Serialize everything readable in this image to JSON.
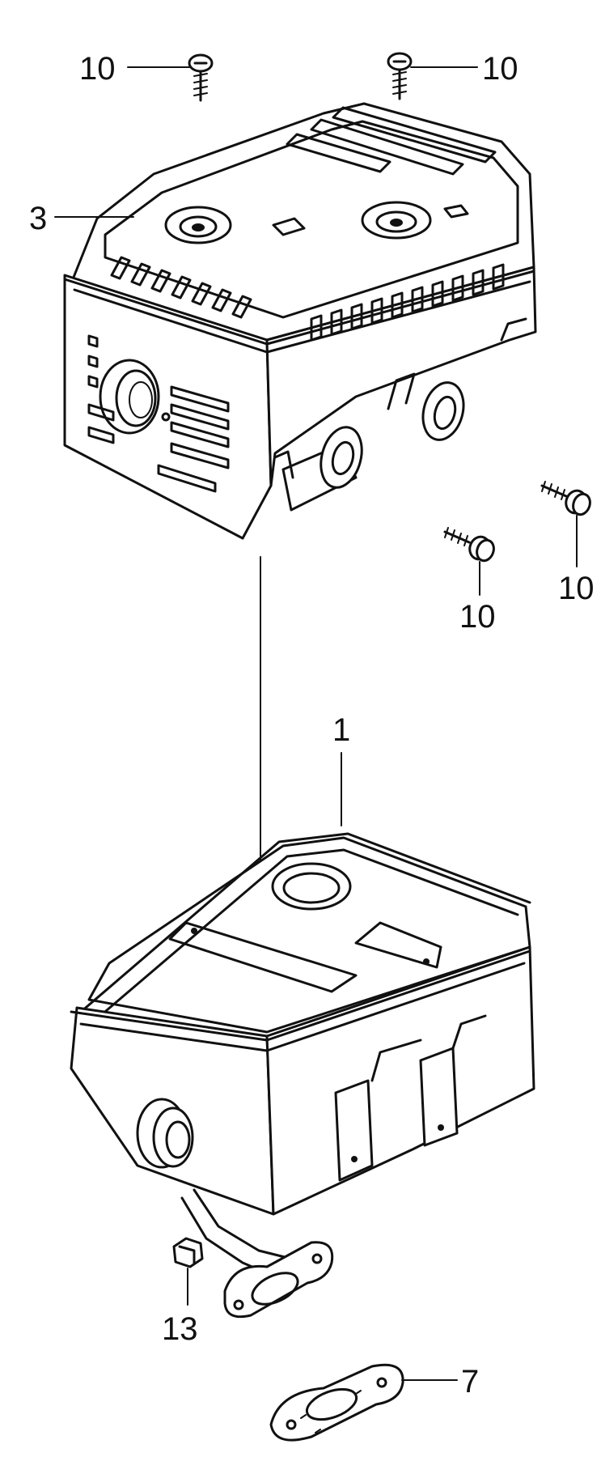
{
  "callouts": {
    "cap_screw_top_left": "10",
    "cap_screw_top_right": "10",
    "muffler_protector": "3",
    "cap_screw_mid": "10",
    "cap_screw_right": "10",
    "muffler": "1",
    "flange_nut": "13",
    "muffler_gasket": "7"
  }
}
